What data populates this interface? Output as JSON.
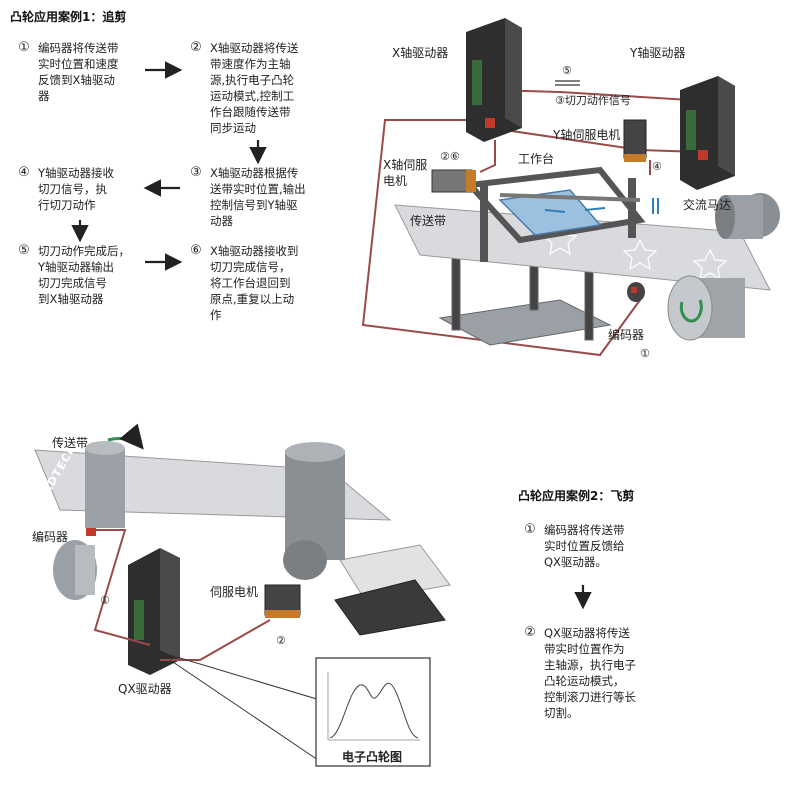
{
  "case1": {
    "title": "凸轮应用案例1：追剪",
    "steps": [
      {
        "num": "①",
        "lines": [
          "编码器将传送带",
          "实时位置和速度",
          "反馈到X轴驱动",
          "器"
        ]
      },
      {
        "num": "②",
        "lines": [
          "X轴驱动器将传送",
          "带速度作为主轴",
          "源,执行电子凸轮",
          "运动模式,控制工",
          "作台跟随传送带",
          "同步运动"
        ]
      },
      {
        "num": "③",
        "lines": [
          "X轴驱动器根据传",
          "送带实时位置,输出",
          "控制信号到Y轴驱",
          "动器"
        ]
      },
      {
        "num": "④",
        "lines": [
          "Y轴驱动器接收",
          "切刀信号，执",
          "行切刀动作"
        ]
      },
      {
        "num": "⑤",
        "lines": [
          "切刀动作完成后，",
          "Y轴驱动器输出",
          "切刀完成信号",
          "到X轴驱动器"
        ]
      },
      {
        "num": "⑥",
        "lines": [
          "X轴驱动器接收到",
          "切刀完成信号，",
          "将工作台退回到",
          "原点,重复以上动",
          "作"
        ]
      }
    ],
    "diagram": {
      "x_driver": "X轴驱动器",
      "y_driver": "Y轴驱动器",
      "signal_5": "⑤",
      "signal_3": "③切刀动作信号",
      "y_servo": "Y轴伺服电机",
      "x_servo_line1": "X轴伺服",
      "x_servo_line2": "电机",
      "badge_26": "②⑥",
      "workbench": "工作台",
      "badge_4": "④",
      "belt": "传送带",
      "ac_motor": "交流马达",
      "encoder": "编码器",
      "badge_1": "①"
    }
  },
  "case2": {
    "title": "凸轮应用案例2：飞剪",
    "steps": [
      {
        "num": "①",
        "lines": [
          "编码器将传送带",
          "实时位置反馈给",
          "QX驱动器。"
        ]
      },
      {
        "num": "②",
        "lines": [
          "QX驱动器将传送",
          "带实时位置作为",
          "主轴源，执行电子",
          "凸轮运动模式，",
          "控制滚刀进行等长",
          "切割。"
        ]
      }
    ],
    "diagram": {
      "belt": "传送带",
      "encoder": "编码器",
      "badge_1": "①",
      "servo": "伺服电机",
      "badge_2": "②",
      "driver": "QX驱动器",
      "cam_chart": "电子凸轮图",
      "brand": "ADTECH"
    }
  },
  "colors": {
    "wire": "#9b4a4a",
    "driver_body": "#2e2e2e",
    "machine_gray": "#8a8f94",
    "belt": "#d8dadd",
    "arrow": "#222222",
    "motor_green": "#2f8f4e"
  }
}
